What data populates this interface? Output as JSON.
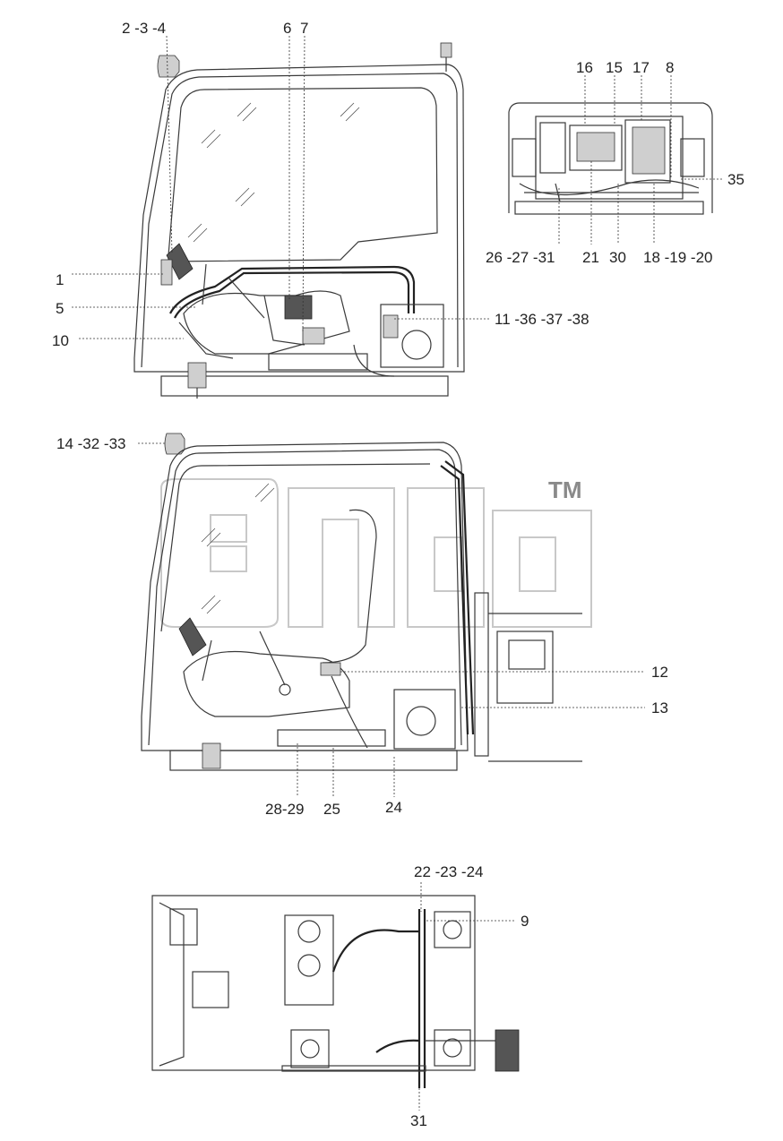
{
  "labels": [
    {
      "id": "2-3-4",
      "text": "2 -3 -4"
    },
    {
      "id": "6",
      "text": "6"
    },
    {
      "id": "7",
      "text": "7"
    },
    {
      "id": "1",
      "text": "1"
    },
    {
      "id": "5",
      "text": "5"
    },
    {
      "id": "10",
      "text": "10"
    },
    {
      "id": "11-36-37-38",
      "text": "11 -36 -37 -38"
    },
    {
      "id": "16",
      "text": "16"
    },
    {
      "id": "15",
      "text": "15"
    },
    {
      "id": "17",
      "text": "17"
    },
    {
      "id": "8",
      "text": "8"
    },
    {
      "id": "35",
      "text": "35"
    },
    {
      "id": "26-27-31",
      "text": "26 -27 -31"
    },
    {
      "id": "21",
      "text": "21"
    },
    {
      "id": "30",
      "text": "30"
    },
    {
      "id": "18-19-20",
      "text": "18 -19 -20"
    },
    {
      "id": "14-32-33",
      "text": "14 -32 -33"
    },
    {
      "id": "12",
      "text": "12"
    },
    {
      "id": "13",
      "text": "13"
    },
    {
      "id": "28-29",
      "text": "28-29"
    },
    {
      "id": "25",
      "text": "25"
    },
    {
      "id": "24",
      "text": "24"
    },
    {
      "id": "22-23-24",
      "text": "22 -23 -24"
    },
    {
      "id": "9",
      "text": "9"
    },
    {
      "id": "31",
      "text": "31"
    }
  ],
  "watermark": {
    "trademark": "TM"
  }
}
